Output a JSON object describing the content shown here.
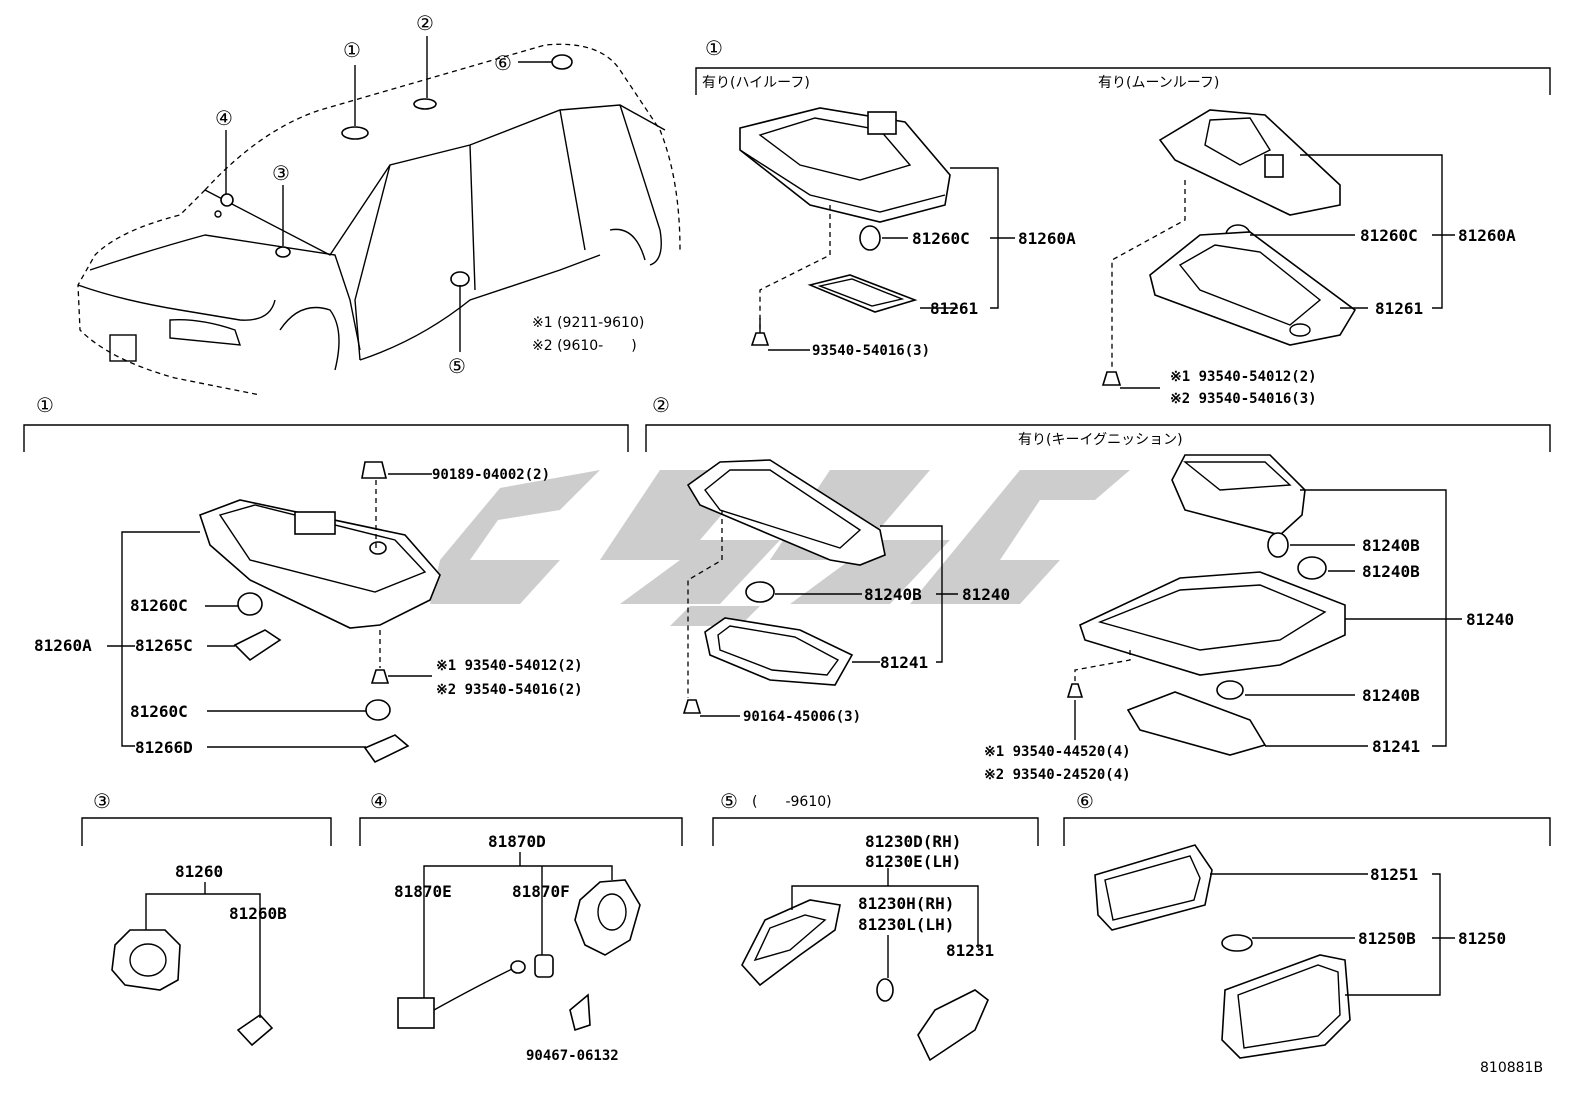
{
  "callouts": {
    "c1": "①",
    "c2": "②",
    "c3": "③",
    "c4": "④",
    "c5": "⑤",
    "c6": "⑥"
  },
  "notes": {
    "n1": "※1 (9211-9610)",
    "n2": "※2 (9610-　　)"
  },
  "top": {
    "high_roof": "有り(ハイルーフ)",
    "moon_roof": "有り(ムーンルーフ)",
    "p81260C_a": "81260C",
    "p81260A_a": "81260A",
    "p81261_a": "81261",
    "screw_a": "93540-54016(3)",
    "p81260C_b": "81260C",
    "p81260A_b": "81260A",
    "p81261_b": "81261",
    "screw_b1": "※1 93540-54012(2)",
    "screw_b2": "※2 93540-54016(3)"
  },
  "mid_left": {
    "clip": "90189-04002(2)",
    "p81260C_1": "81260C",
    "p81260A": "81260A",
    "p81265C": "81265C",
    "screw1": "※1 93540-54012(2)",
    "screw2": "※2 93540-54016(2)",
    "p81260C_2": "81260C",
    "p81266D": "81266D"
  },
  "mid_right": {
    "key_ign": "有り(キーイグニッション)",
    "p81240B_a": "81240B",
    "p81240_a": "81240",
    "p81241_a": "81241",
    "screw_a": "90164-45006(3)",
    "p81240B_1": "81240B",
    "p81240B_2": "81240B",
    "p81240_b": "81240",
    "p81240B_3": "81240B",
    "p81241_b": "81241",
    "screw_b1": "※1 93540-44520(4)",
    "screw_b2": "※2 93540-24520(4)"
  },
  "sec3": {
    "p81260": "81260",
    "p81260B": "81260B"
  },
  "sec4": {
    "p81870D": "81870D",
    "p81870E": "81870E",
    "p81870F": "81870F",
    "clip": "90467-06132"
  },
  "sec5": {
    "range": "(　　-9610)",
    "p81230D": "81230D(RH)",
    "p81230E": "81230E(LH)",
    "p81230H": "81230H(RH)",
    "p81230L": "81230L(LH)",
    "p81231": "81231"
  },
  "sec6": {
    "p81251": "81251",
    "p81250B": "81250B",
    "p81250": "81250"
  },
  "diagram_id": "810881B"
}
